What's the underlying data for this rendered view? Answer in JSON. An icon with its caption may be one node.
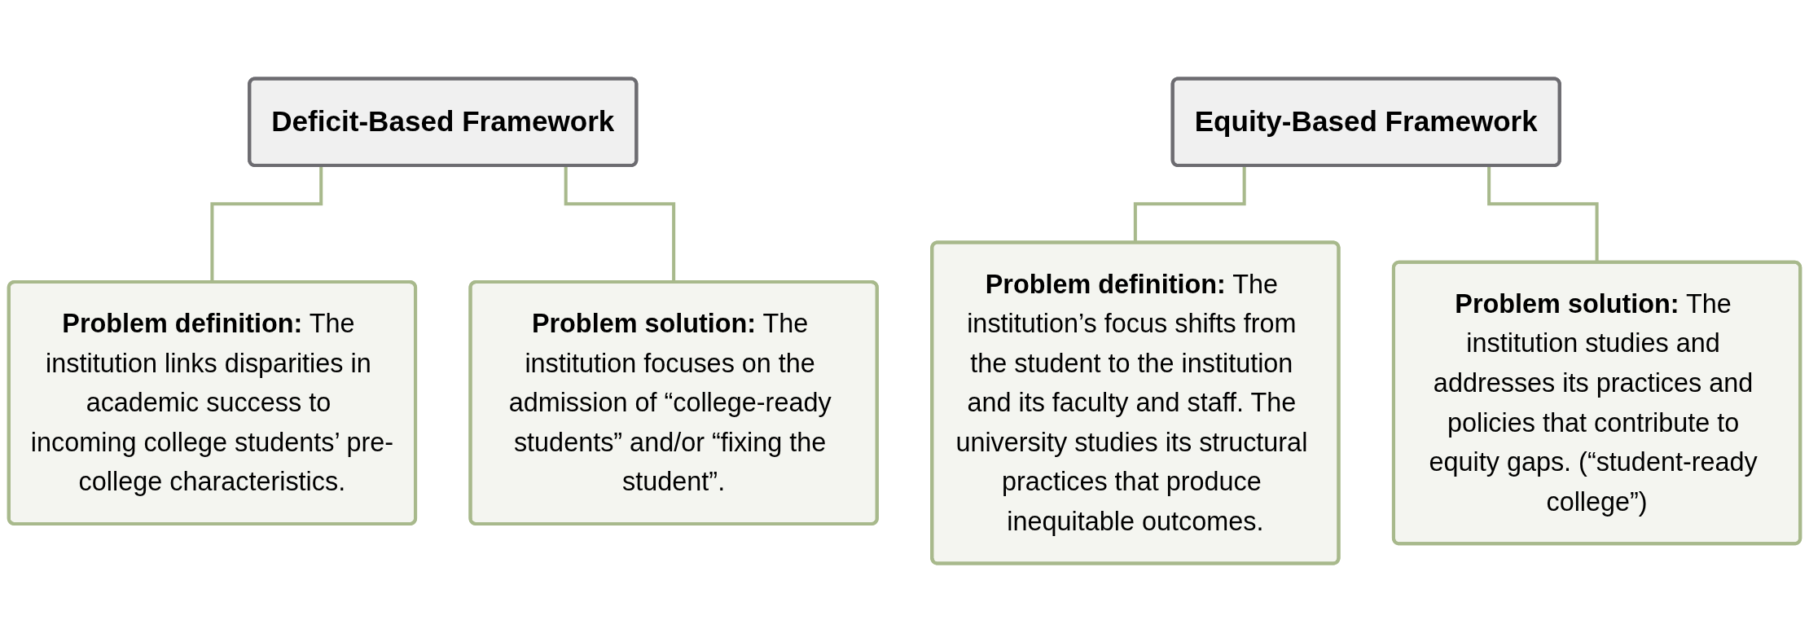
{
  "diagram": {
    "nodes": [
      {
        "text": [
          "Deficit-Based Framework"
        ]
      },
      {
        "text": [
          "**Problem definition:** The institution links disparities in academic success to incoming college students’ pre-college characteristics."
        ]
      },
      {
        "text": [
          "**Problem solution:** The institution focuses on the admission of “college-ready students” and/or “fixing the student”."
        ]
      },
      {
        "text": [
          "Equity-Based Framework"
        ]
      },
      {
        "text": [
          "**Problem definition:** The institution’s focus shifts from the student to the institution and its faculty and staff. The university studies its structural practices that produce inequitable outcomes."
        ]
      },
      {
        "text": [
          "**Problem solution:** The institution studies and addresses its practices and policies that contribute to equity gaps. (“student-ready college”)"
        ]
      }
    ],
    "edges": [
      {
        "from": 0,
        "to": 1,
        "arrow": "none"
      },
      {
        "from": 0,
        "to": 2,
        "arrow": "none"
      },
      {
        "from": 3,
        "to": 4,
        "arrow": "none"
      },
      {
        "from": 3,
        "to": 5,
        "arrow": "none"
      }
    ]
  }
}
